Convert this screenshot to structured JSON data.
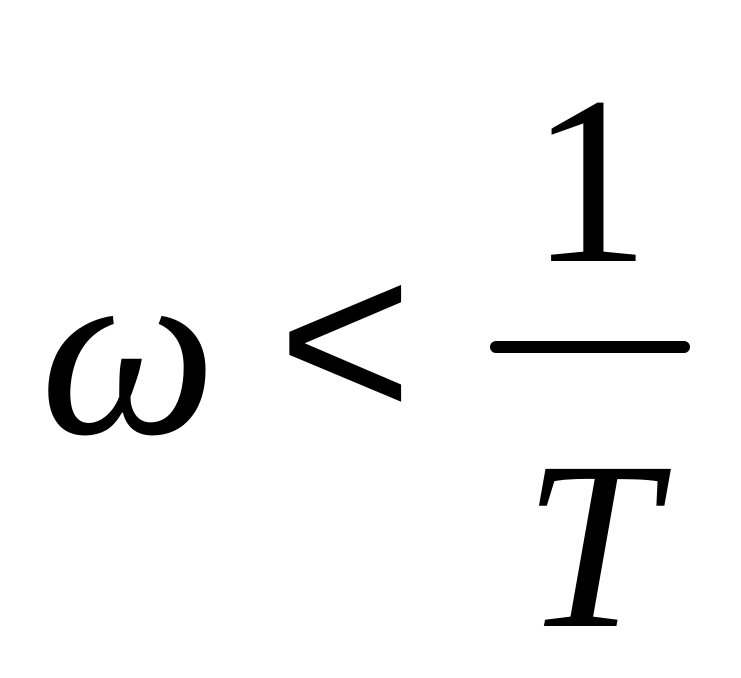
{
  "formula": {
    "lhs": "ω",
    "relation": "<",
    "numerator": "1",
    "denominator": "T"
  }
}
